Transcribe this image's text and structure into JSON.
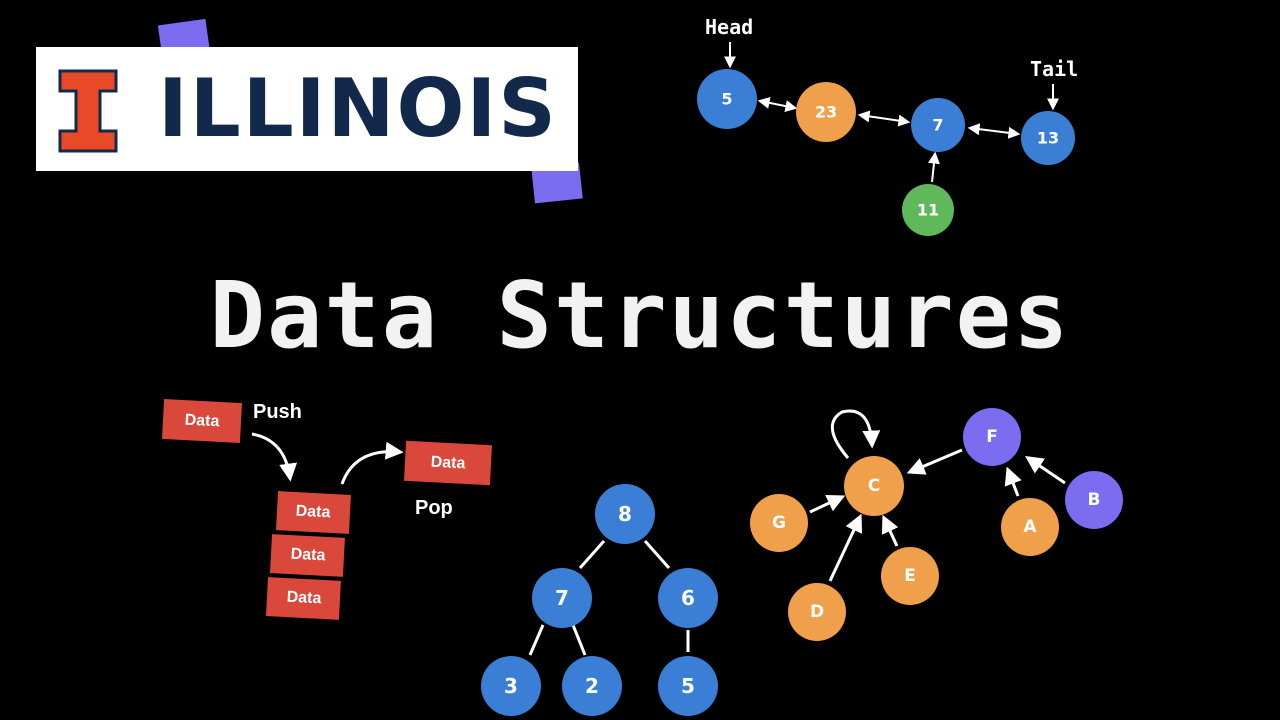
{
  "logo": {
    "text": "ILLINOIS",
    "block_i": "I",
    "colors": {
      "orange": "#e84a27",
      "navy": "#13294b"
    }
  },
  "title": "Data Structures",
  "linked_list": {
    "head_label": "Head",
    "tail_label": "Tail",
    "nodes": [
      "5",
      "23",
      "7",
      "13"
    ],
    "branch_node": "11"
  },
  "stack": {
    "push_label": "Push",
    "pop_label": "Pop",
    "incoming": "Data",
    "outgoing": "Data",
    "items": [
      "Data",
      "Data",
      "Data"
    ]
  },
  "tree": {
    "root": "8",
    "left": "7",
    "right": "6",
    "left_left": "3",
    "left_right": "2",
    "right_child": "5"
  },
  "graph": {
    "nodes": [
      "C",
      "F",
      "B",
      "A",
      "G",
      "D",
      "E"
    ]
  },
  "colors": {
    "blue": "#3a7fd5",
    "orange": "#f0a04b",
    "green": "#5fb85a",
    "purple": "#7b6cf0",
    "red": "#d9483b"
  }
}
